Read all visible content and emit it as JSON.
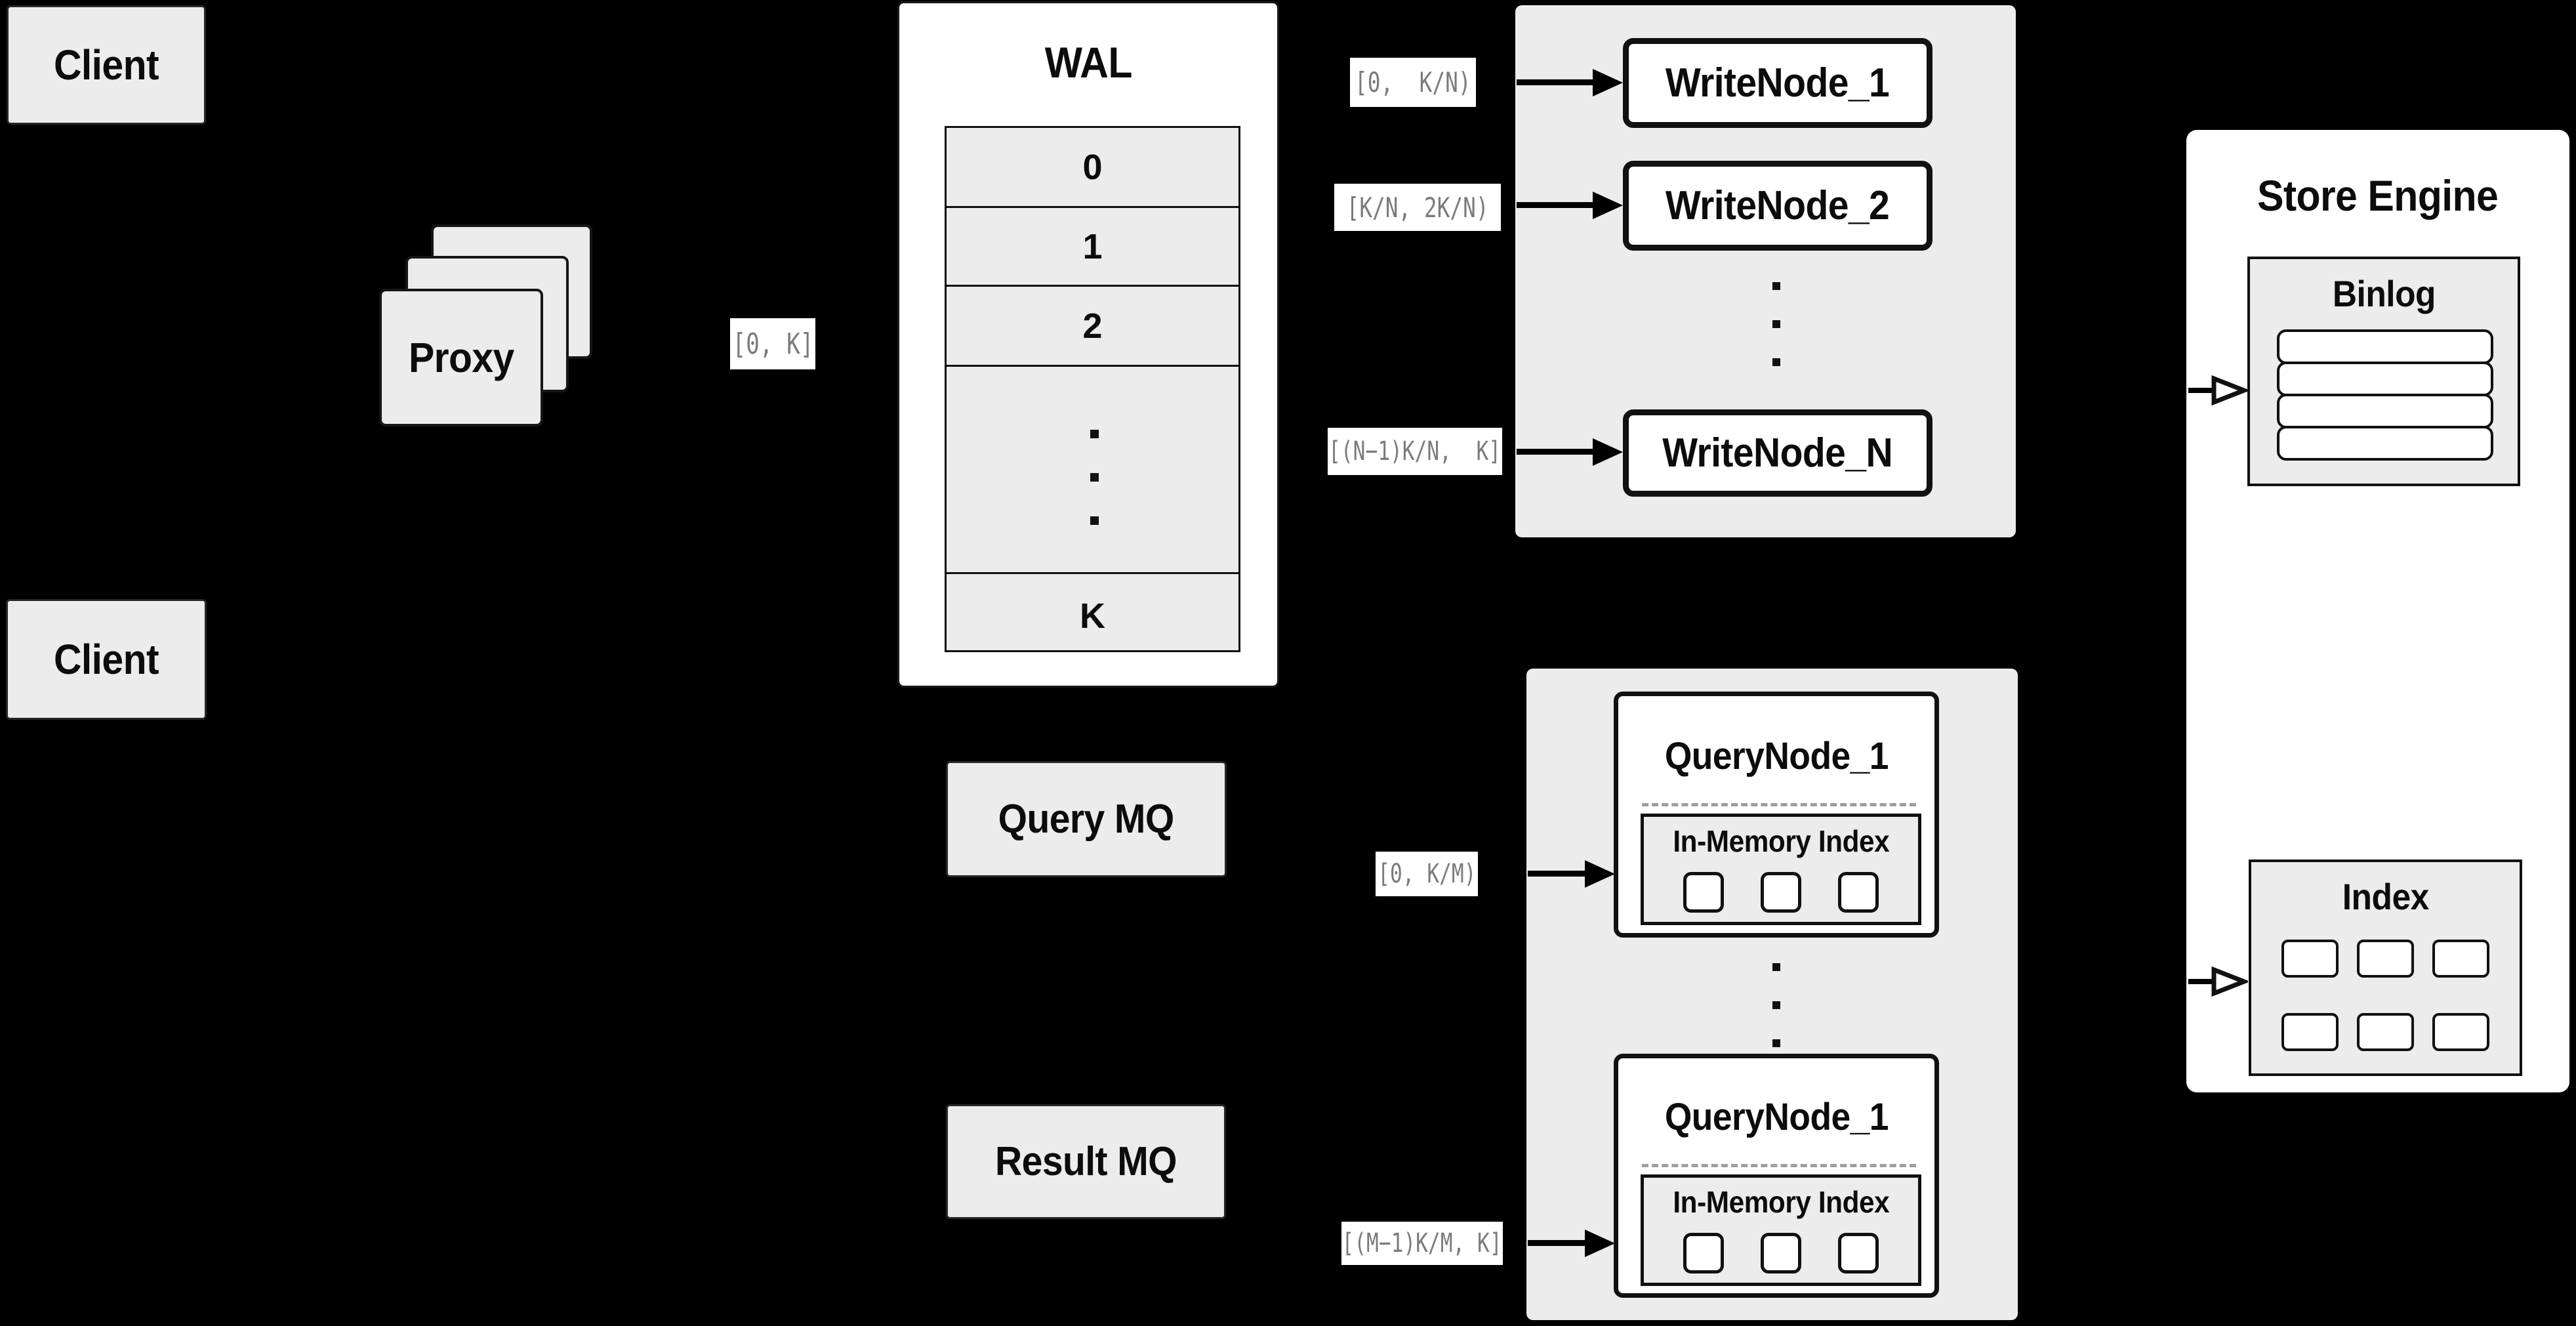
{
  "colors": {
    "background": "#000000",
    "box_fill": "#ececec",
    "node_fill": "#ffffff",
    "border": "#111111",
    "range_text": "#7b7b7b"
  },
  "clients": {
    "top": "Client",
    "bottom": "Client"
  },
  "proxy": {
    "label": "Proxy",
    "range_label": "[0, K]",
    "stack_count": 3
  },
  "wal": {
    "title": "WAL",
    "segments": [
      "0",
      "1",
      "2",
      "K"
    ],
    "ellipsis": "vertical-dots"
  },
  "write_cluster": {
    "nodes": [
      {
        "label": "WriteNode_1",
        "range": "[0,  K/N)"
      },
      {
        "label": "WriteNode_2",
        "range": "[K/N, 2K/N)"
      },
      {
        "label": "WriteNode_N",
        "range": "[(N−1)K/N,  K]"
      }
    ],
    "ellipsis": "vertical-dots"
  },
  "mq": {
    "query": "Query MQ",
    "result": "Result MQ"
  },
  "query_cluster": {
    "nodes": [
      {
        "label": "QueryNode_1",
        "inner_title": "In-Memory Index",
        "range": "[0, K/M)",
        "square_count": 3
      },
      {
        "label": "QueryNode_1",
        "inner_title": "In-Memory Index",
        "range": "[(M−1)K/M, K]",
        "square_count": 3
      }
    ],
    "ellipsis": "vertical-dots"
  },
  "store_engine": {
    "title": "Store Engine",
    "binlog": {
      "title": "Binlog",
      "bars": 4
    },
    "index": {
      "title": "Index",
      "rows": 2,
      "cols": 3
    }
  }
}
